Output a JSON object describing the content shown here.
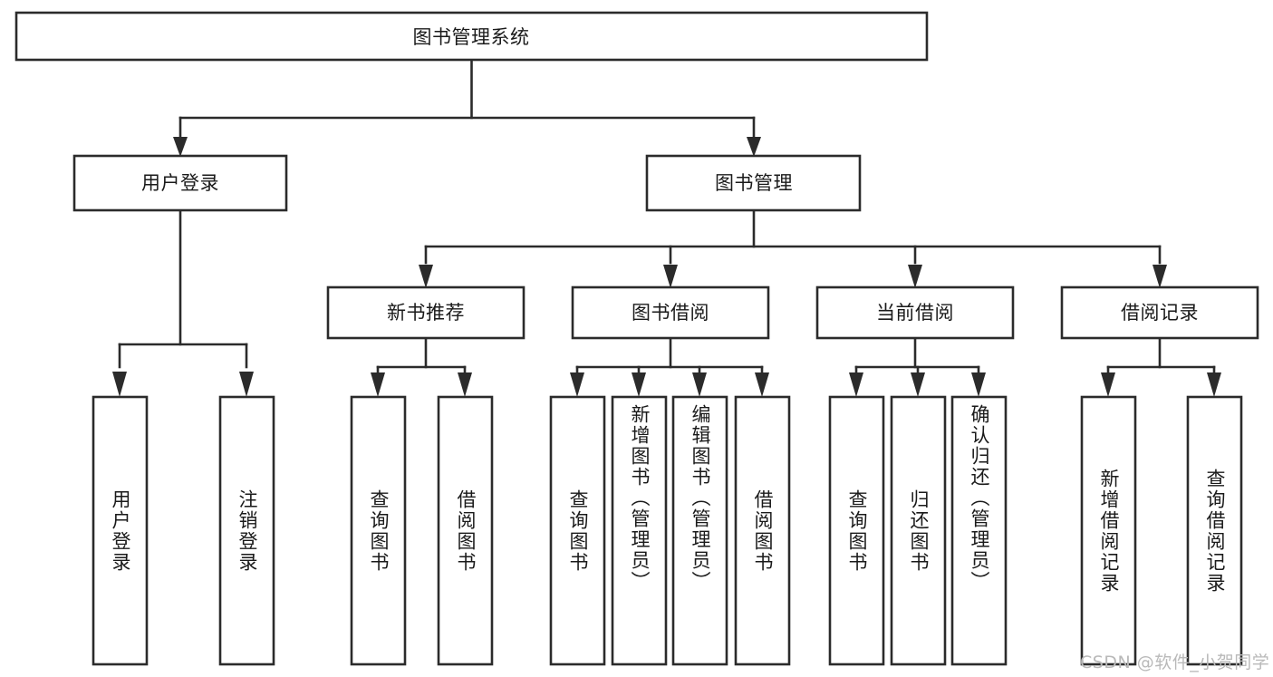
{
  "diagram": {
    "type": "tree-hierarchy",
    "title": "图书管理系统",
    "orientation": "top-down",
    "colors": {
      "box_fill": "#ffffff",
      "box_stroke": "#2b2b2b",
      "text": "#1a1a1a",
      "background": "#ffffff",
      "watermark": "#b9b9b9"
    },
    "levels": [
      {
        "level": 1,
        "nodes": [
          {
            "id": "root",
            "label": "图书管理系统",
            "text_direction": "horizontal"
          }
        ]
      },
      {
        "level": 2,
        "nodes": [
          {
            "id": "login",
            "label": "用户登录",
            "text_direction": "horizontal",
            "parent": "root"
          },
          {
            "id": "bookmgmt",
            "label": "图书管理",
            "text_direction": "horizontal",
            "parent": "root"
          }
        ]
      },
      {
        "level": 3,
        "nodes": [
          {
            "id": "newbook",
            "label": "新书推荐",
            "text_direction": "horizontal",
            "parent": "bookmgmt"
          },
          {
            "id": "borrow",
            "label": "图书借阅",
            "text_direction": "horizontal",
            "parent": "bookmgmt"
          },
          {
            "id": "current",
            "label": "当前借阅",
            "text_direction": "horizontal",
            "parent": "bookmgmt"
          },
          {
            "id": "records",
            "label": "借阅记录",
            "text_direction": "horizontal",
            "parent": "bookmgmt"
          }
        ]
      },
      {
        "level": 4,
        "nodes": [
          {
            "id": "leaf-1",
            "label": "用户登录",
            "text_direction": "vertical",
            "parent": "login"
          },
          {
            "id": "leaf-2",
            "label": "注销登录",
            "text_direction": "vertical",
            "parent": "login"
          },
          {
            "id": "leaf-3",
            "label": "查询图书",
            "text_direction": "vertical",
            "parent": "newbook"
          },
          {
            "id": "leaf-4",
            "label": "借阅图书",
            "text_direction": "vertical",
            "parent": "newbook"
          },
          {
            "id": "leaf-5",
            "label": "查询图书",
            "text_direction": "vertical",
            "parent": "borrow"
          },
          {
            "id": "leaf-6",
            "label": "新增图书（管理员）",
            "text_direction": "vertical",
            "parent": "borrow"
          },
          {
            "id": "leaf-7",
            "label": "编辑图书（管理员）",
            "text_direction": "vertical",
            "parent": "borrow"
          },
          {
            "id": "leaf-8",
            "label": "借阅图书",
            "text_direction": "vertical",
            "parent": "borrow"
          },
          {
            "id": "leaf-9",
            "label": "查询图书",
            "text_direction": "vertical",
            "parent": "current"
          },
          {
            "id": "leaf-10",
            "label": "归还图书",
            "text_direction": "vertical",
            "parent": "current"
          },
          {
            "id": "leaf-11",
            "label": "确认归还（管理员）",
            "text_direction": "vertical",
            "parent": "current"
          },
          {
            "id": "leaf-12",
            "label": "新增借阅记录",
            "text_direction": "vertical",
            "parent": "records"
          },
          {
            "id": "leaf-13",
            "label": "查询借阅记录",
            "text_direction": "vertical",
            "parent": "records"
          }
        ]
      }
    ],
    "edges": [
      {
        "from": "root",
        "to": "login"
      },
      {
        "from": "root",
        "to": "bookmgmt"
      },
      {
        "from": "login",
        "to": "leaf-1"
      },
      {
        "from": "login",
        "to": "leaf-2"
      },
      {
        "from": "bookmgmt",
        "to": "newbook"
      },
      {
        "from": "bookmgmt",
        "to": "borrow"
      },
      {
        "from": "bookmgmt",
        "to": "current"
      },
      {
        "from": "bookmgmt",
        "to": "records"
      },
      {
        "from": "newbook",
        "to": "leaf-3"
      },
      {
        "from": "newbook",
        "to": "leaf-4"
      },
      {
        "from": "borrow",
        "to": "leaf-5"
      },
      {
        "from": "borrow",
        "to": "leaf-6"
      },
      {
        "from": "borrow",
        "to": "leaf-7"
      },
      {
        "from": "borrow",
        "to": "leaf-8"
      },
      {
        "from": "current",
        "to": "leaf-9"
      },
      {
        "from": "current",
        "to": "leaf-10"
      },
      {
        "from": "current",
        "to": "leaf-11"
      },
      {
        "from": "records",
        "to": "leaf-12"
      },
      {
        "from": "records",
        "to": "leaf-13"
      }
    ]
  },
  "watermark": {
    "text": "CSDN @软件_小贺同学"
  }
}
